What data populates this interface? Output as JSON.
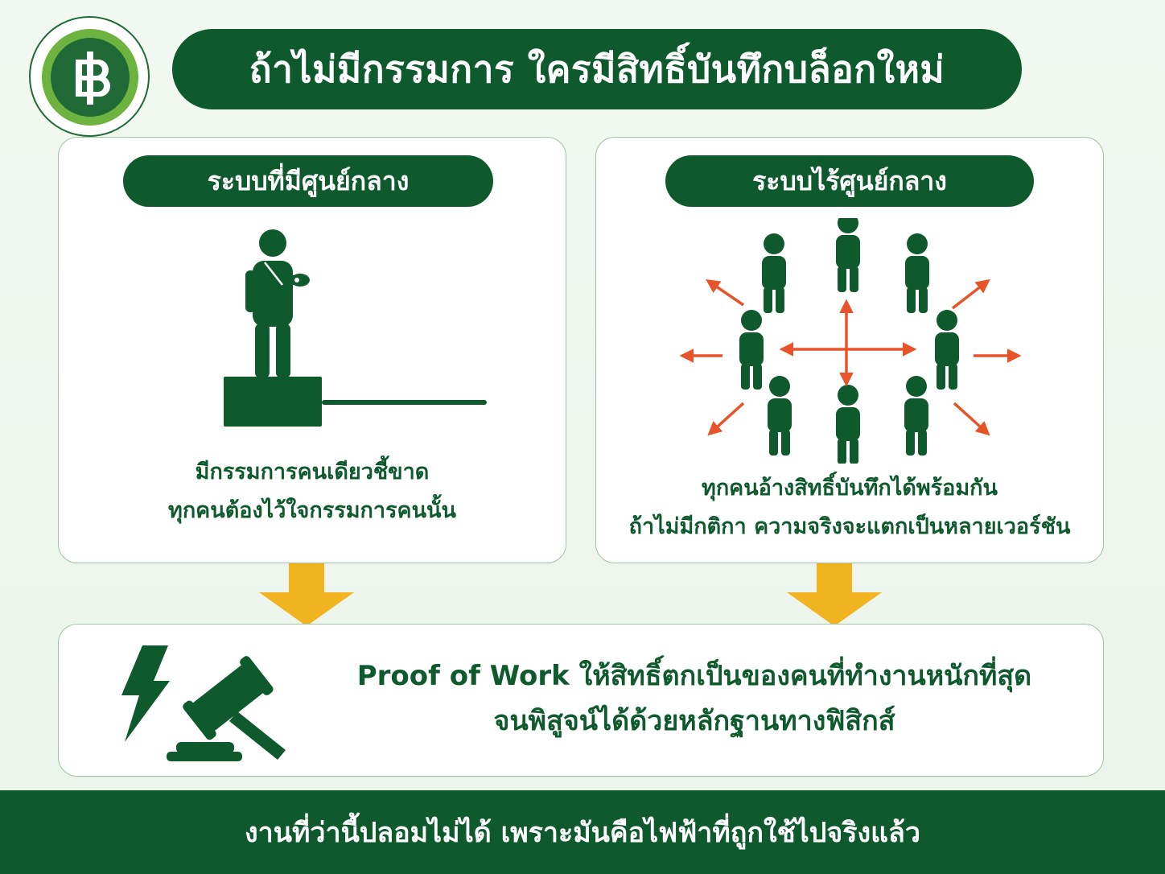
{
  "title": "ถ้าไม่มีกรรมการ ใครมีสิทธิ์บันทึกบล็อกใหม่",
  "logo": {
    "icon": "baht-icon",
    "colors": {
      "ring": "#6cb33f",
      "inner": "#1f6a36"
    }
  },
  "centralized": {
    "heading": "ระบบที่มีศูนย์กลาง",
    "icon": "referee-on-podium-icon",
    "caption_line1": "มีกรรมการคนเดียวชี้ขาด",
    "caption_line2": "ทุกคนต้องไว้ใจกรรมการคนนั้น"
  },
  "decentralized": {
    "heading": "ระบบไร้ศูนย์กลาง",
    "icon": "network-of-people-icon",
    "caption_line1": "ทุกคนอ้างสิทธิ์บันทึกได้พร้อมกัน",
    "caption_line2": "ถ้าไม่มีกติกา ความจริงจะแตกเป็นหลายเวอร์ชัน"
  },
  "result": {
    "icons": [
      "lightning-icon",
      "gavel-icon"
    ],
    "line1": "Proof of Work ให้สิทธิ์ตกเป็นของคนที่ทำงานหนักที่สุด",
    "line2": "จนพิสูจน์ได้ด้วยหลักฐานทางฟิสิกส์"
  },
  "footer": "งานที่ว่านี้ปลอมไม่ได้ เพราะมันคือไฟฟ้าที่ถูกใช้ไปจริงแล้ว",
  "colors": {
    "primary_green": "#0f5a2c",
    "arrow_orange": "#e8542a",
    "down_arrow_yellow": "#f2b320",
    "panel_border": "#9dc4a3"
  }
}
